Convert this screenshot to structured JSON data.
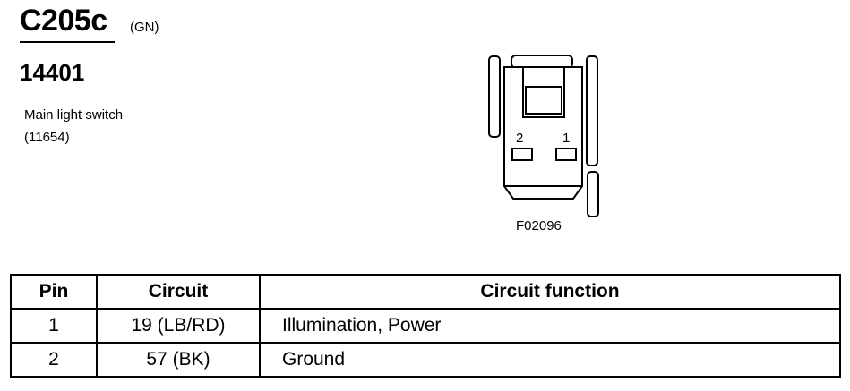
{
  "header": {
    "connector_id": "C205c",
    "color_code": "(GN)",
    "part_number": "14401",
    "description_line1": "Main light switch",
    "description_line2": "(11654)"
  },
  "diagram": {
    "pin_label_left": "2",
    "pin_label_right": "1",
    "figure_code": "F02096"
  },
  "table": {
    "headers": {
      "pin": "Pin",
      "circuit": "Circuit",
      "function": "Circuit function"
    },
    "rows": [
      {
        "pin": "1",
        "circuit": "19 (LB/RD)",
        "function": "Illumination, Power"
      },
      {
        "pin": "2",
        "circuit": "57 (BK)",
        "function": "Ground"
      }
    ]
  }
}
